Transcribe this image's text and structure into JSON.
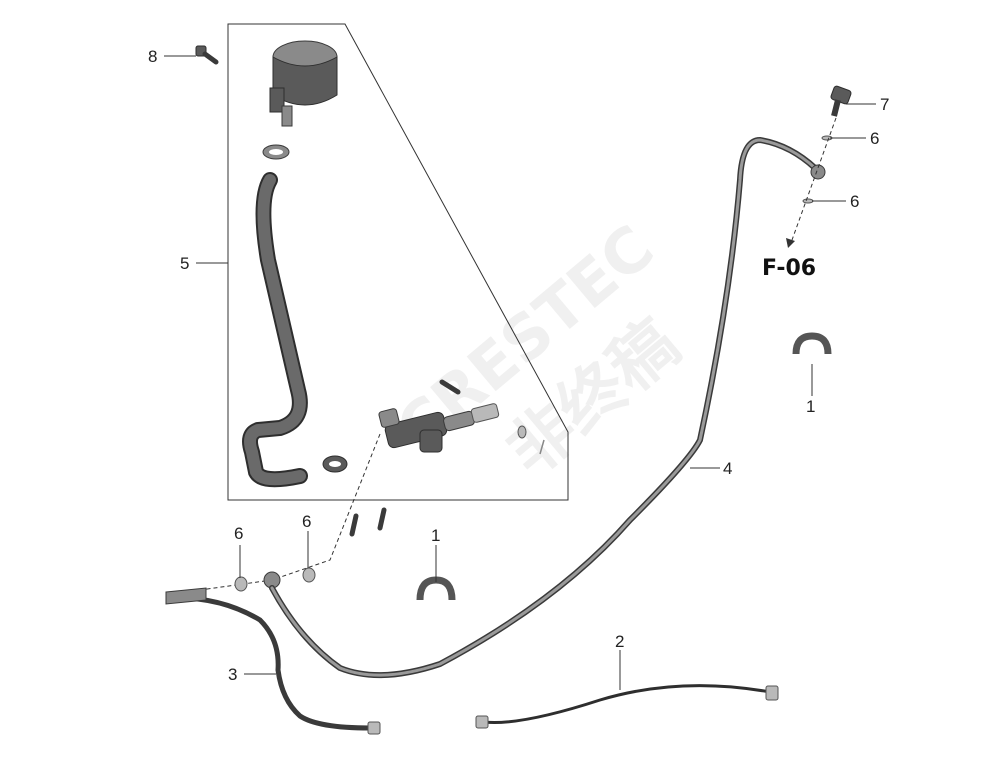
{
  "diagram": {
    "reference_label": "F-06",
    "callouts": {
      "c1a": "1",
      "c1b": "1",
      "c2": "2",
      "c3": "3",
      "c4": "4",
      "c5": "5",
      "c6a": "6",
      "c6b": "6",
      "c6c": "6",
      "c6d": "6",
      "c7": "7",
      "c8": "8"
    }
  },
  "watermark": {
    "line1": "CRESTEC",
    "line2": "非终稿"
  },
  "colors": {
    "part_dark": "#5a5a5a",
    "part_mid": "#8a8a8a",
    "line": "#333333",
    "watermark": "#f0f0f0"
  }
}
